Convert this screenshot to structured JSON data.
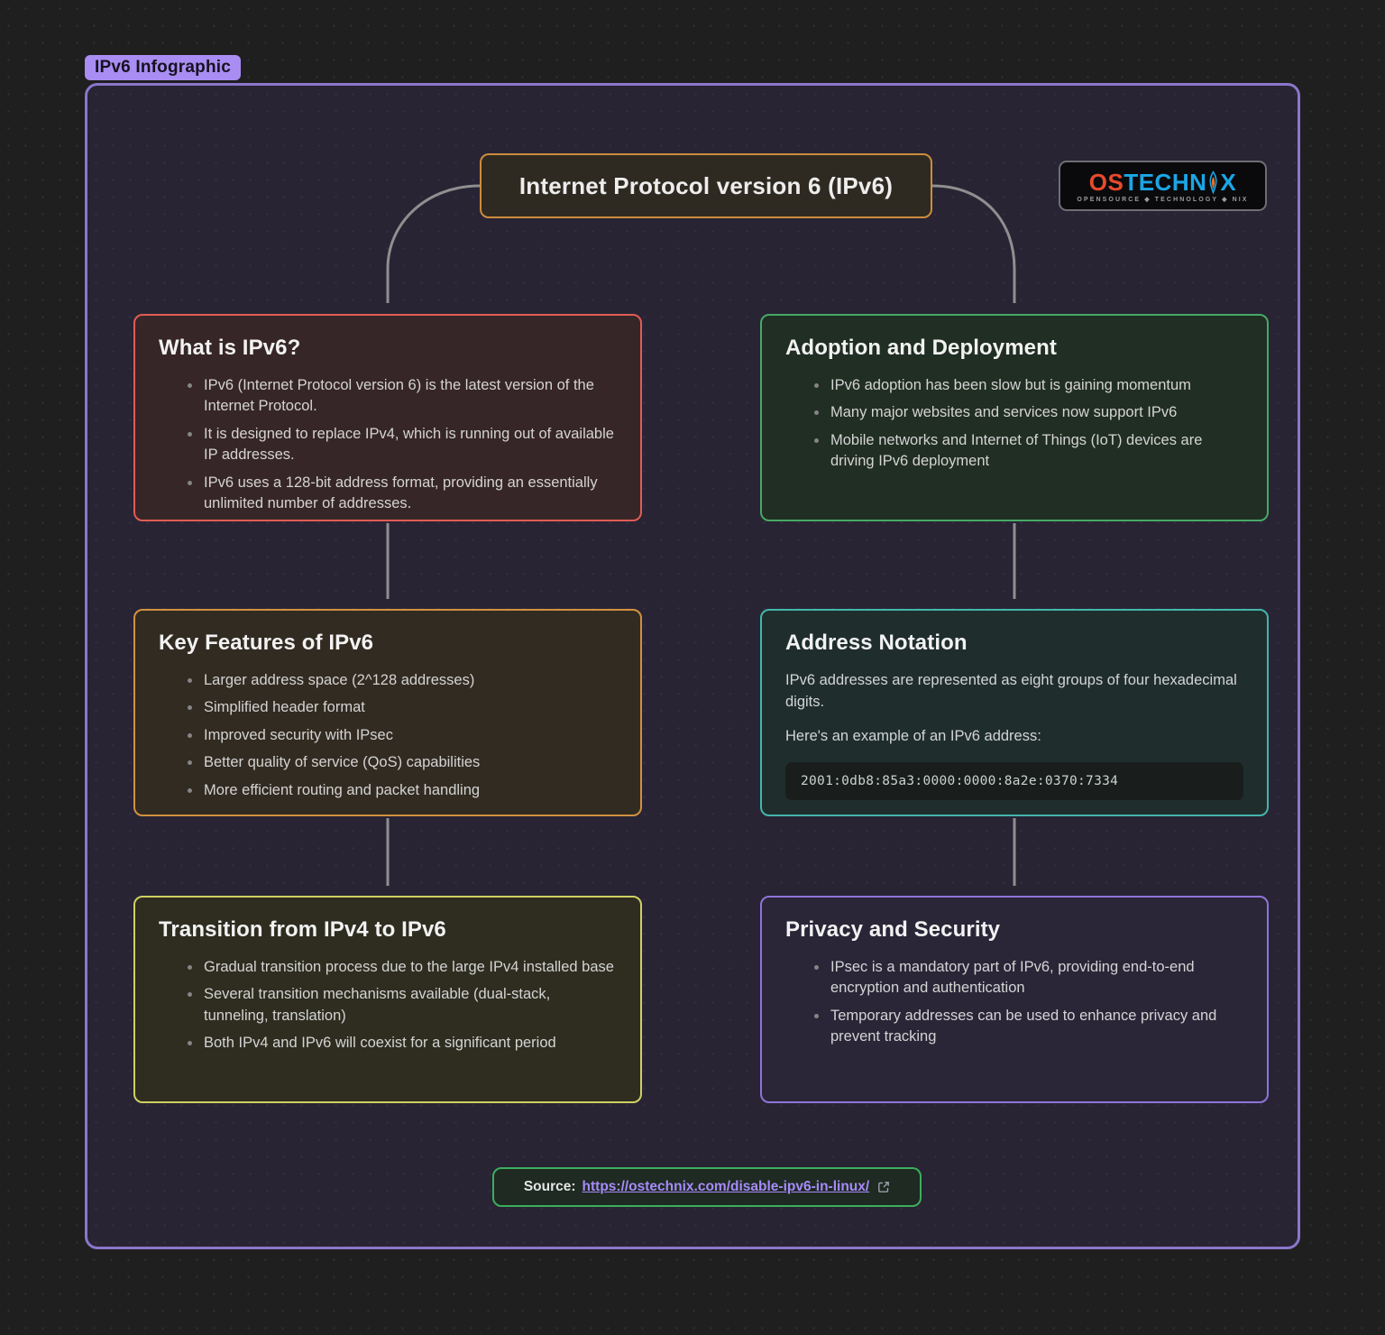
{
  "colors": {
    "page-bg": "#1f1f1f",
    "page-dot": "#323232",
    "container-bg": "#282434",
    "container-dot": "#363145",
    "container-border": "#8a76cb",
    "arrow": "#8f8f8f"
  },
  "badge": {
    "label": "IPv6 Infographic",
    "bg": "#a98df2",
    "fg": "#15121f"
  },
  "header": {
    "title": "Internet Protocol version 6 (IPv6)",
    "border": "#cd8c3e",
    "bg": "#2f2a21"
  },
  "logo": {
    "word_left": "OS",
    "word_mid": "TECHN",
    "word_right": "X",
    "tagline": "OPENSOURCE ◆ TECHNOLOGY ◆ NIX",
    "color_left": "#e84a2c",
    "color_mid": "#1ba6e6",
    "flame_color": "#e8742a"
  },
  "cards": [
    {
      "title": "What is IPv6?",
      "border": "#e25c55",
      "bg": "#372627",
      "bullets": [
        "IPv6 (Internet Protocol version 6) is the latest version of the Internet Protocol.",
        "It is designed to replace IPv4, which is running out of available IP addresses.",
        "IPv6 uses a 128-bit address format, providing an essentially unlimited number of addresses."
      ]
    },
    {
      "title": "Adoption and Deployment",
      "border": "#47a967",
      "bg": "#212e23",
      "bullets": [
        "IPv6 adoption has been slow but is gaining momentum",
        "Many major websites and services now support IPv6",
        "Mobile networks and Internet of Things (IoT) devices are driving IPv6 deployment"
      ]
    },
    {
      "title": "Key Features of IPv6",
      "border": "#d2913f",
      "bg": "#322b21",
      "bullets": [
        "Larger address space (2^128 addresses)",
        "Simplified header format",
        "Improved security with IPsec",
        "Better quality of service (QoS) capabilities",
        "More efficient routing and packet handling"
      ]
    },
    {
      "title": "Address Notation",
      "border": "#45b4ad",
      "bg": "#1f2e2d",
      "paragraphs": [
        "IPv6 addresses are represented as eight groups of four hexadecimal digits.",
        "Here's an example of an IPv6 address:"
      ],
      "code": "2001:0db8:85a3:0000:0000:8a2e:0370:7334"
    },
    {
      "title": "Transition from IPv4 to IPv6",
      "border": "#ced063",
      "bg": "#2e2d20",
      "bullets": [
        "Gradual transition process due to the large IPv4 installed base",
        "Several transition mechanisms available (dual-stack, tunneling, translation)",
        "Both IPv4 and IPv6 will coexist for a significant period"
      ]
    },
    {
      "title": "Privacy and Security",
      "border": "#8d74d9",
      "bg": "#2a2638",
      "bullets": [
        "IPsec is a mandatory part of IPv6, providing end-to-end encryption and authentication",
        "Temporary addresses can be used to enhance privacy and prevent tracking"
      ]
    }
  ],
  "source": {
    "label": "Source:",
    "url": "https://ostechnix.com/disable-ipv6-in-linux/",
    "border": "#3cae5e",
    "bg": "#1e2a22",
    "link_color": "#a78bfa"
  }
}
